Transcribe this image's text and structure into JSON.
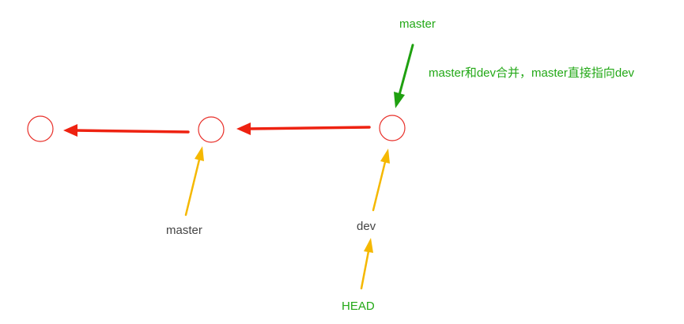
{
  "labels": {
    "master_top": "master",
    "note": "master和dev合并，master直接指向dev",
    "master_bottom": "master",
    "dev": "dev",
    "head": "HEAD"
  },
  "colors": {
    "commit_stroke": "#e8302a",
    "parent_arrow": "#ee2211",
    "ref_arrow": "#f5b800",
    "master_arrow": "#1fa010",
    "label_green": "#22a816",
    "label_dark": "#444444"
  }
}
